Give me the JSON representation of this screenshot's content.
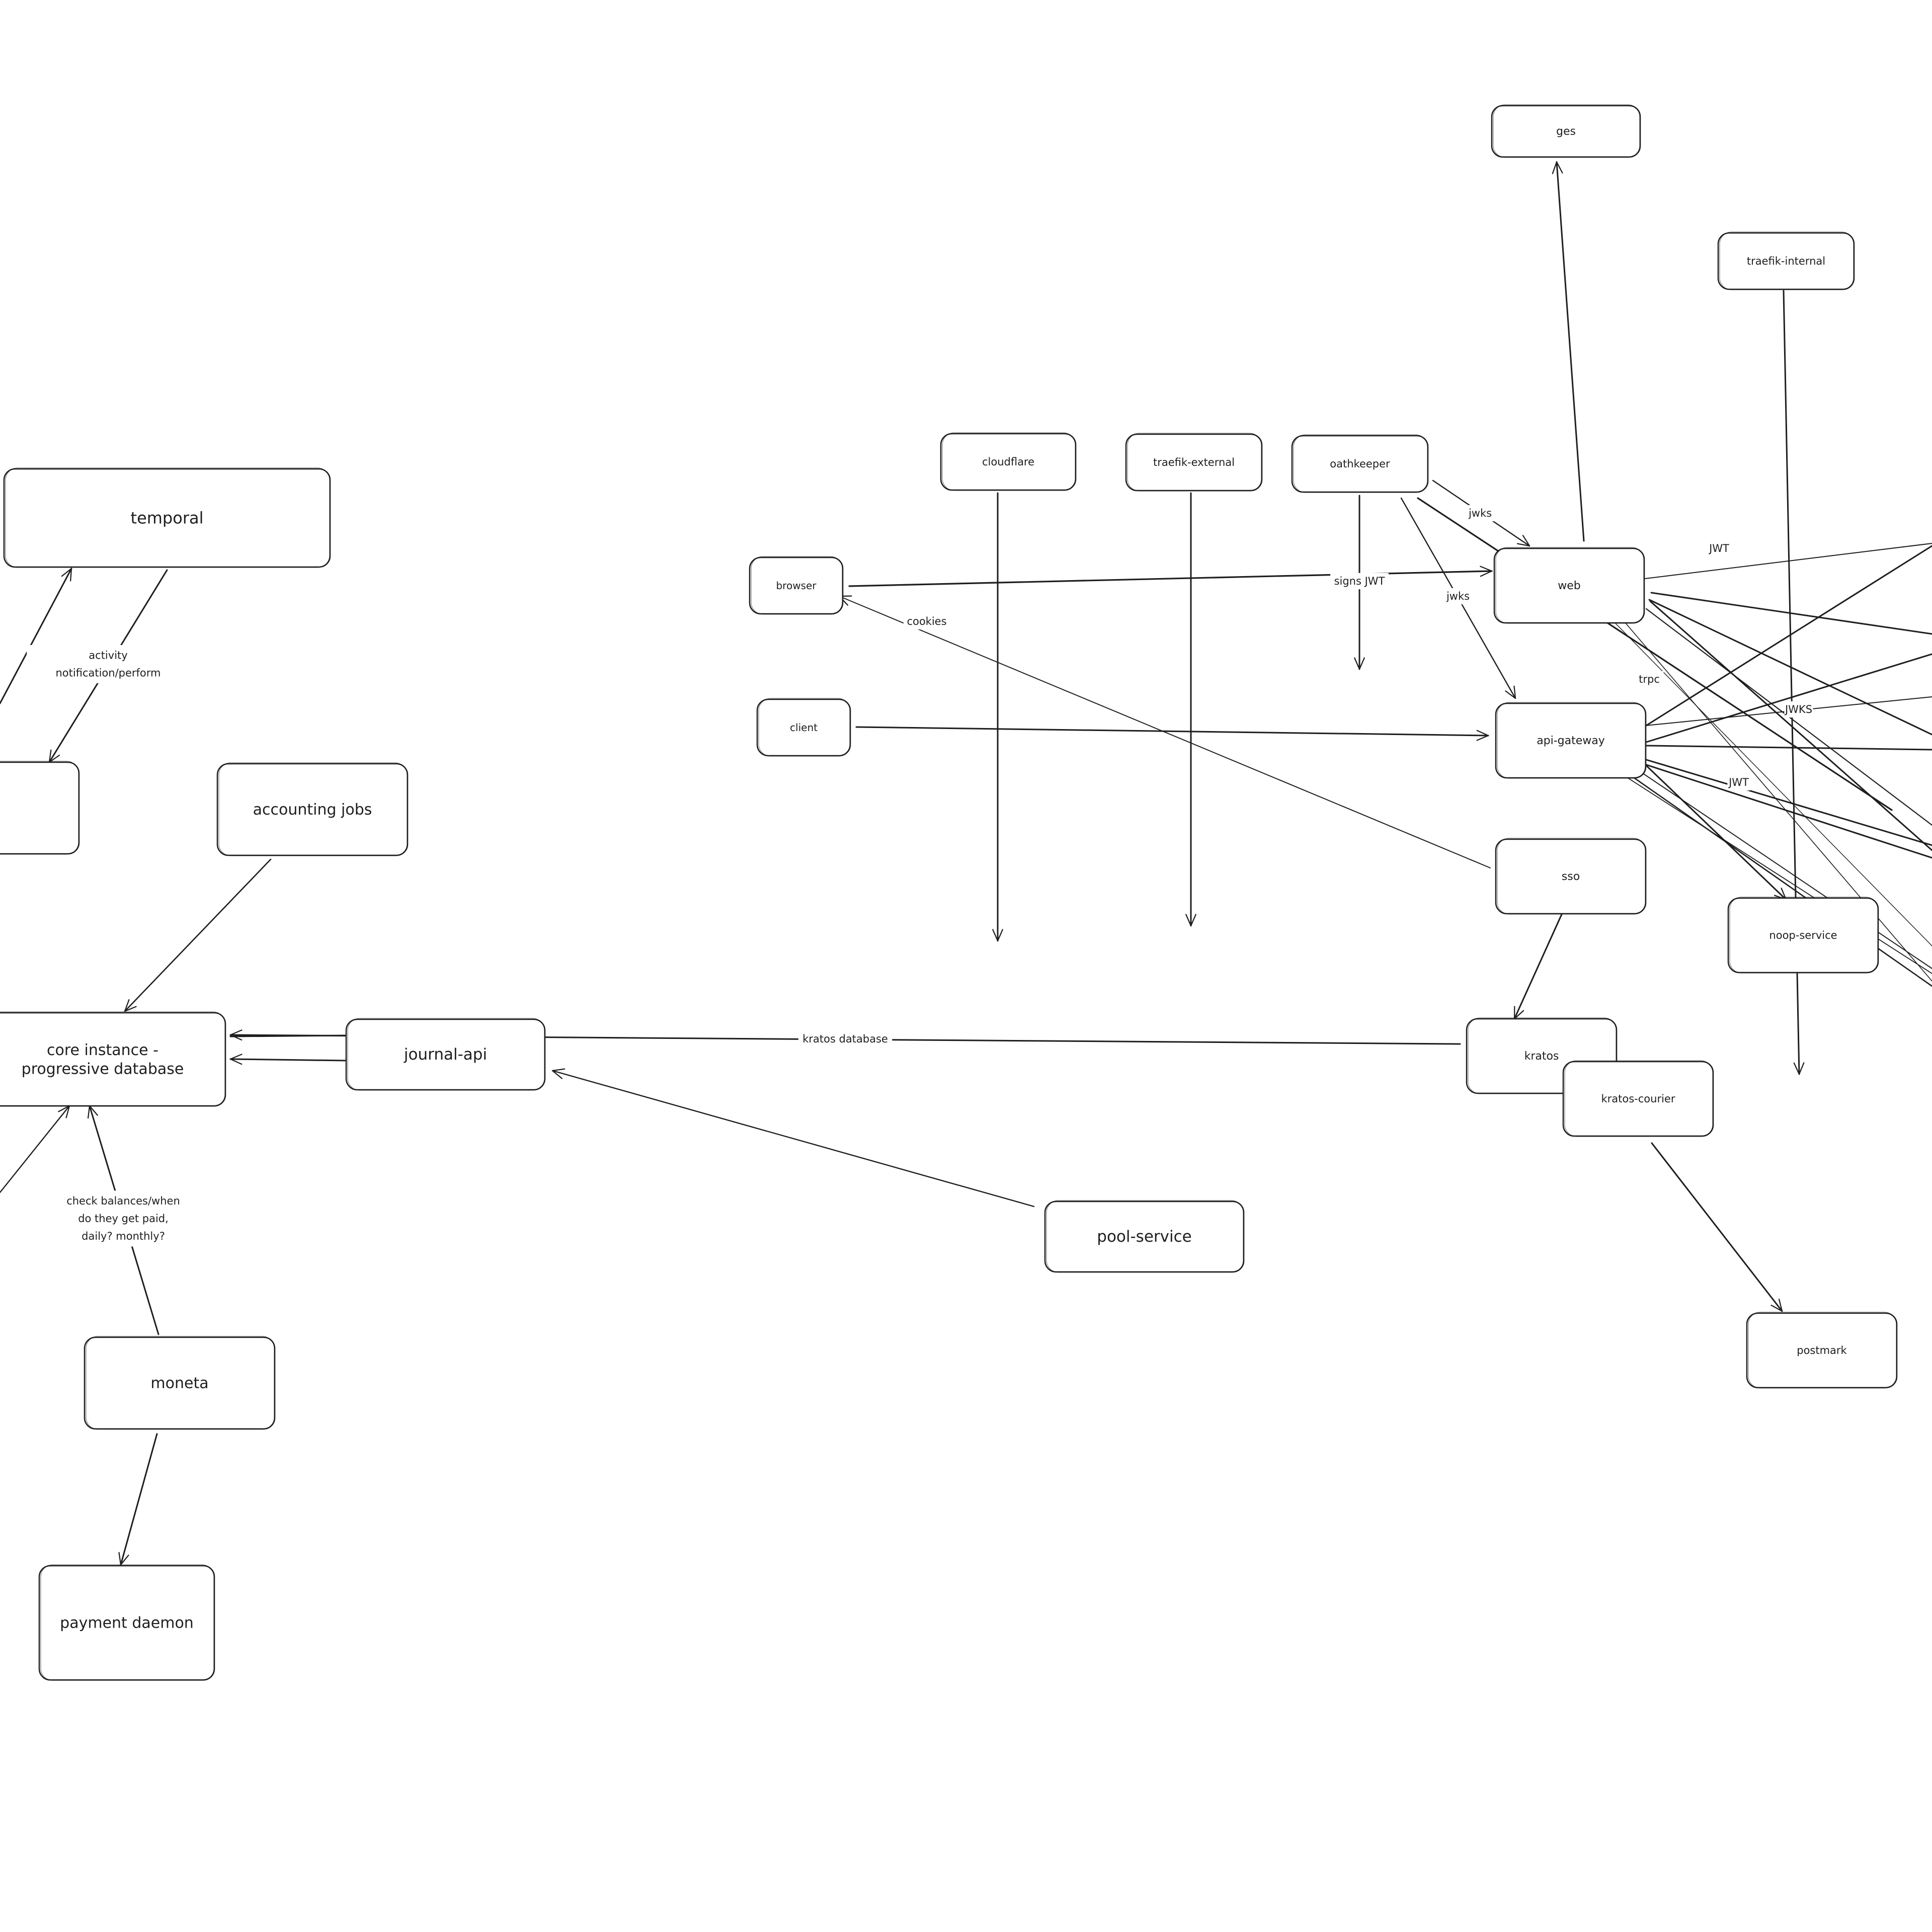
{
  "diagram": {
    "nodes": [
      {
        "id": "ges",
        "label": "ges"
      },
      {
        "id": "traefik_internal",
        "label": "traefik-internal"
      },
      {
        "id": "cloudflare",
        "label": "cloudflare"
      },
      {
        "id": "traefik_external",
        "label": "traefik-external"
      },
      {
        "id": "oathkeeper",
        "label": "oathkeeper"
      },
      {
        "id": "browser",
        "label": "browser"
      },
      {
        "id": "web",
        "label": "web"
      },
      {
        "id": "client",
        "label": "client"
      },
      {
        "id": "api_gateway",
        "label": "api-gateway"
      },
      {
        "id": "sso",
        "label": "sso"
      },
      {
        "id": "noop_service",
        "label": "noop-service"
      },
      {
        "id": "kratos",
        "label": "kratos"
      },
      {
        "id": "kratos_courier",
        "label": "kratos-courier"
      },
      {
        "id": "postmark",
        "label": "postmark"
      },
      {
        "id": "temporal",
        "label": "temporal"
      },
      {
        "id": "left_box",
        "label": ""
      },
      {
        "id": "accounting_jobs",
        "label": "accounting jobs"
      },
      {
        "id": "core_instance",
        "label": "core instance -\nprogressive database"
      },
      {
        "id": "journal_api",
        "label": "journal-api"
      },
      {
        "id": "pool_service",
        "label": "pool-service"
      },
      {
        "id": "moneta",
        "label": "moneta"
      },
      {
        "id": "payment_daemon",
        "label": "payment daemon"
      }
    ],
    "edge_labels": {
      "jwks_top": "jwks",
      "signs_jwt": "signs JWT",
      "jwks_mid": "jwks",
      "cookies": "cookies",
      "jwt_top": "JWT",
      "trpc": "trpc",
      "jwks_right": "JWKS",
      "jwt_mid": "JWT",
      "kratos_database": "kratos database",
      "activity": "activity\nnotification/perform",
      "check_balances": "check balances/when\ndo they get paid,\ndaily? monthly?"
    }
  }
}
